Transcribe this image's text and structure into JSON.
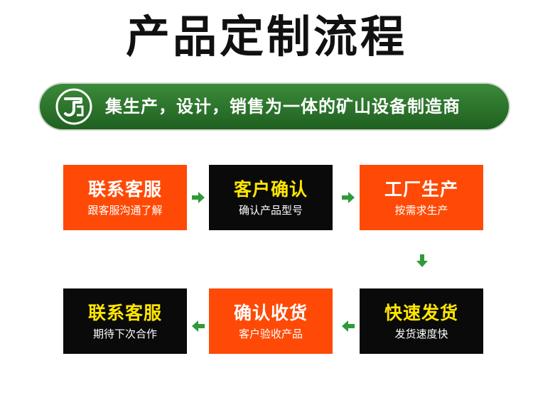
{
  "title": "产品定制流程",
  "banner": {
    "text": "集生产，设计，销售为一体的矿山设备制造商",
    "logo_icon": "company-logo-icon"
  },
  "accent_colors": {
    "green": "#2e7d32",
    "orange": "#ff4a07",
    "black": "#0a0a0a",
    "yellow": "#ffe600"
  },
  "steps": [
    {
      "title": "联系客服",
      "subtitle": "跟客服沟通了解",
      "style": "orange"
    },
    {
      "title": "客户确认",
      "subtitle": "确认产品型号",
      "style": "black"
    },
    {
      "title": "工厂生产",
      "subtitle": "按需求生产",
      "style": "orange"
    },
    {
      "title": "快速发货",
      "subtitle": "发货速度快",
      "style": "black"
    },
    {
      "title": "确认收货",
      "subtitle": "客户验收产品",
      "style": "orange"
    },
    {
      "title": "联系客服",
      "subtitle": "期待下次合作",
      "style": "black"
    }
  ]
}
